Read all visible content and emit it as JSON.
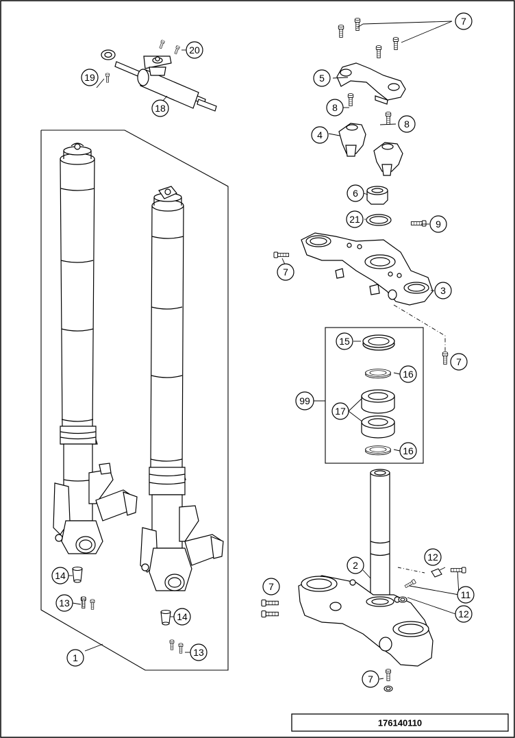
{
  "diagram": {
    "reference_number": "176140110",
    "callouts": {
      "c1": "1",
      "c2": "2",
      "c3": "3",
      "c4": "4",
      "c5": "5",
      "c6": "6",
      "c7a": "7",
      "c7b": "7",
      "c7c": "7",
      "c7d": "7",
      "c7e": "7",
      "c8a": "8",
      "c8b": "8",
      "c9": "9",
      "c11": "11",
      "c12a": "12",
      "c12b": "12",
      "c13a": "13",
      "c13b": "13",
      "c14a": "14",
      "c14b": "14",
      "c15": "15",
      "c16a": "16",
      "c16b": "16",
      "c17": "17",
      "c18": "18",
      "c19": "19",
      "c20": "20",
      "c21": "21",
      "c99": "99"
    }
  }
}
